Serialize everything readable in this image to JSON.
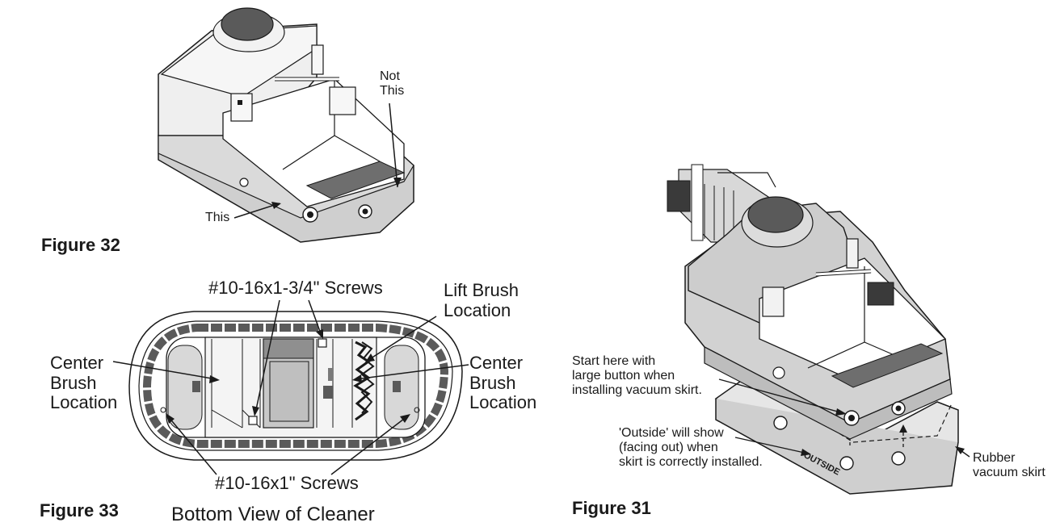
{
  "figure32": {
    "title": "Figure 32",
    "label_not_this": "Not\nThis",
    "label_this": "This"
  },
  "figure33": {
    "title": "Figure 33",
    "caption": "Bottom View of Cleaner",
    "label_screws_top": "#10-16x1-3/4\" Screws",
    "label_screws_bottom": "#10-16x1\" Screws",
    "label_lift_brush": "Lift Brush\nLocation",
    "label_center_brush_left": "Center\nBrush\nLocation",
    "label_center_brush_right": "Center\nBrush\nLocation"
  },
  "figure31": {
    "title": "Figure 31",
    "label_start_here": "Start here with\nlarge button when\ninstalling vacuum skirt.",
    "label_outside": "'Outside' will show\n(facing out) when\nskirt is correctly installed.",
    "label_rubber_skirt": "Rubber\nvacuum skirt",
    "skirt_marking": "OUTSIDE"
  },
  "colors": {
    "line": "#1a1a1a",
    "body_gray": "#c8c8c8",
    "light_gray": "#e4e4e4",
    "dark_gray": "#6e6e6e",
    "cap_gray": "#5a5a5a"
  }
}
